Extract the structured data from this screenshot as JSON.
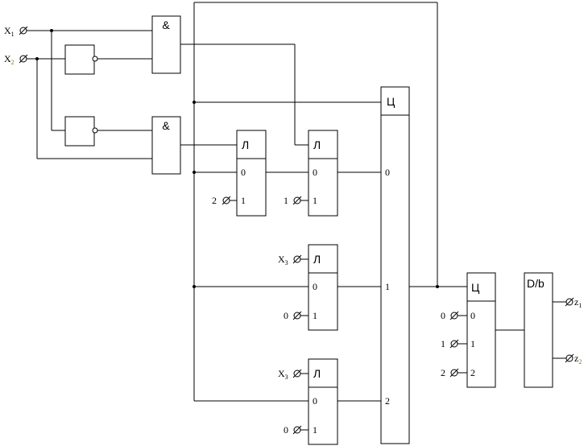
{
  "inputs": {
    "x1": {
      "base": "X",
      "sub": "1"
    },
    "x2": {
      "base": "X",
      "sub": "2"
    },
    "x3": {
      "base": "X",
      "sub": "3"
    }
  },
  "outputs": {
    "z1": {
      "base": "z",
      "sub": "1"
    },
    "z2": {
      "base": "z",
      "sub": "2"
    }
  },
  "gates": {
    "and_label": "&",
    "latch_label": "Л",
    "counter_label": "Ц",
    "decoder_label": "D/b"
  },
  "pins": {
    "zero": "0",
    "one": "1",
    "two": "2"
  },
  "constants": {
    "c0": "0",
    "c1": "1",
    "c2": "2"
  },
  "colors": {
    "line": "#000000",
    "subscript_accent": "#8a7a00"
  }
}
